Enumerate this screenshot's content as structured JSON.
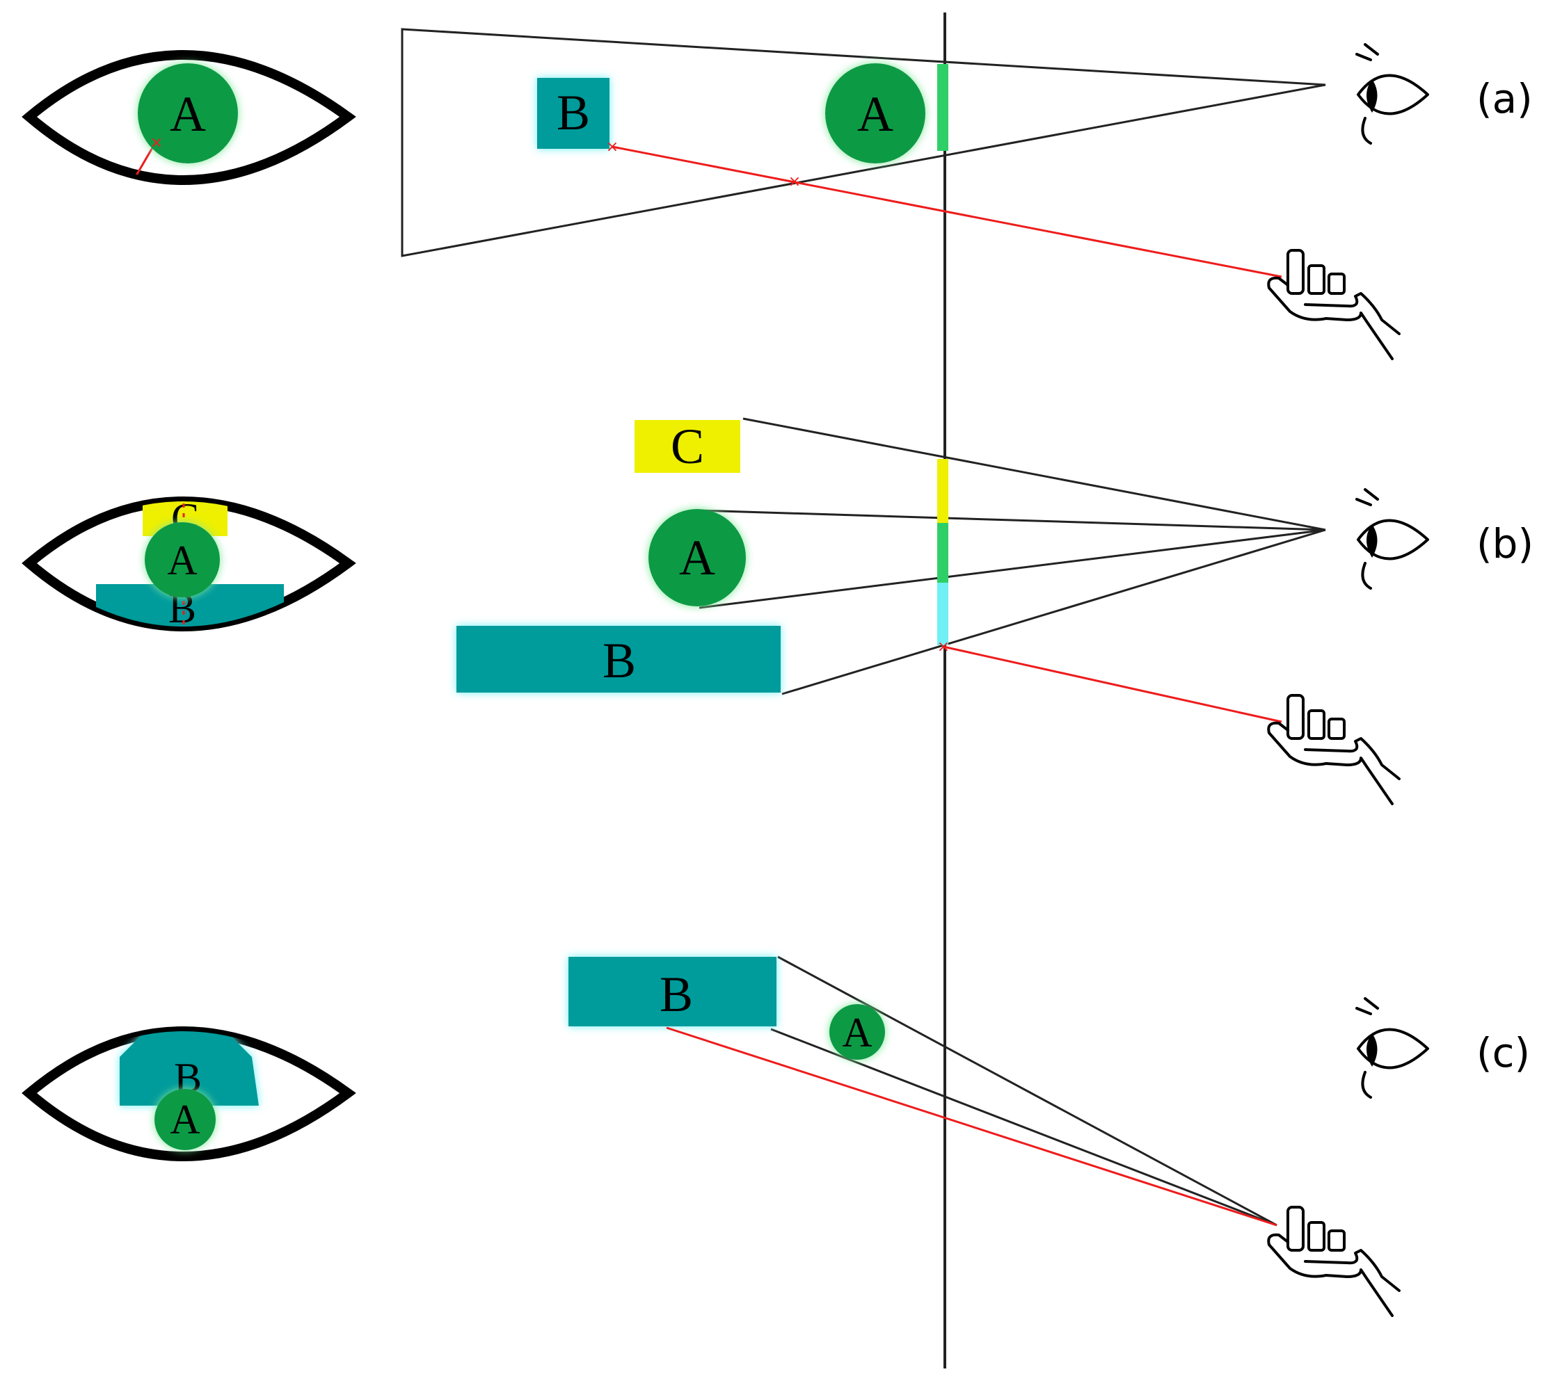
{
  "labels": {
    "object_a": "A",
    "object_b": "B",
    "object_c": "C"
  },
  "panels": [
    {
      "id": "a",
      "label": "(a)"
    },
    {
      "id": "b",
      "label": "(b)"
    },
    {
      "id": "c",
      "label": "(c)"
    }
  ],
  "colors": {
    "green": "#0a9a45",
    "green_glow": "#7ee89a",
    "teal": "#009b9b",
    "teal_glow": "#6ff0f5",
    "yellow": "#eef000",
    "ray_black": "#222222",
    "ray_red": "#ee1c1c"
  },
  "icons": {
    "eye": "eye-icon",
    "hand": "hand-controller-icon",
    "view": "eye-view-icon"
  }
}
